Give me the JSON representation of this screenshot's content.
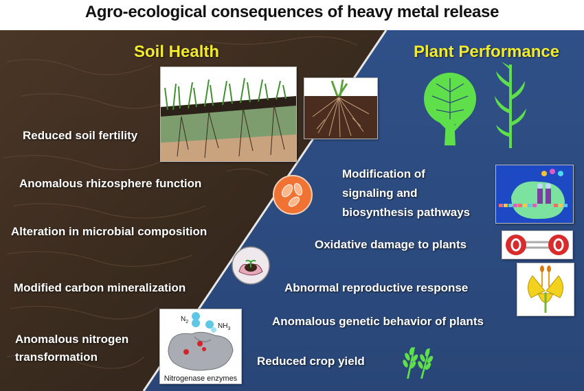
{
  "title": "Agro-ecological consequences of heavy metal release",
  "soil": {
    "heading": "Soil Health",
    "items": [
      "Reduced soil fertility",
      "Anomalous rhizosphere function",
      "Alteration in microbial composition",
      "Modified carbon mineralization",
      "Anomalous nitrogen",
      "transformation"
    ]
  },
  "plant": {
    "heading": "Plant Performance",
    "items": [
      "Modification of",
      "signaling and",
      "biosynthesis pathways",
      "Oxidative damage to plants",
      "Abnormal reproductive response",
      "Anomalous genetic behavior of plants",
      "Reduced crop yield"
    ]
  },
  "nitrogen_card": {
    "n2": "N",
    "n2_sub": "2",
    "nh3": "NH",
    "nh3_sub": "3",
    "caption": "Nitrogenase enzymes"
  },
  "colors": {
    "soil_bg": "#3a2a1e",
    "plant_bg": "#2c4a7c",
    "heading": "#f2ea2e",
    "plant_green": "#5fe04a"
  }
}
